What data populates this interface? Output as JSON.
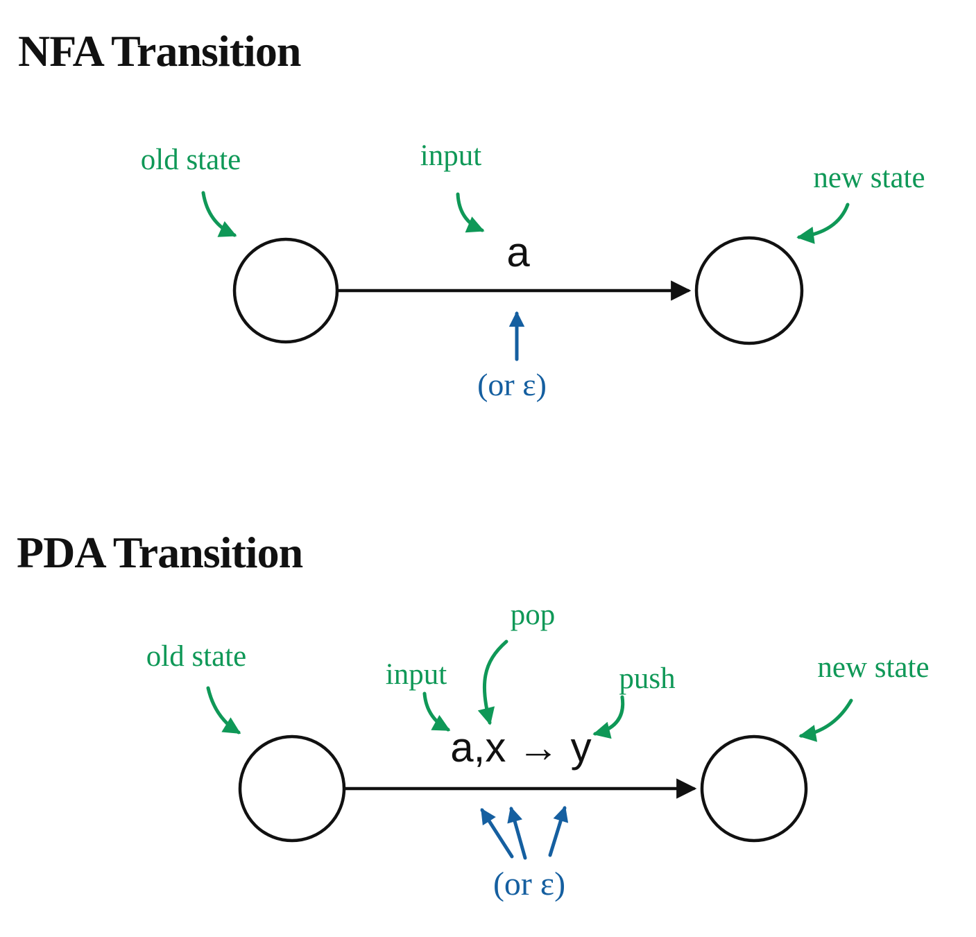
{
  "colors": {
    "ink": "#111111",
    "annotation_green": "#0f9857",
    "annotation_blue": "#155fa0",
    "background": "#ffffff"
  },
  "nfa": {
    "title": "NFA Transition",
    "annotations": {
      "old_state": "old state",
      "input": "input",
      "new_state": "new state",
      "or_epsilon": "(or ε)"
    },
    "transition_label": "a"
  },
  "pda": {
    "title": "PDA Transition",
    "annotations": {
      "old_state": "old state",
      "input": "input",
      "pop": "pop",
      "push": "push",
      "new_state": "new state",
      "or_epsilon": "(or ε)"
    },
    "transition_label": "a,x → y"
  }
}
